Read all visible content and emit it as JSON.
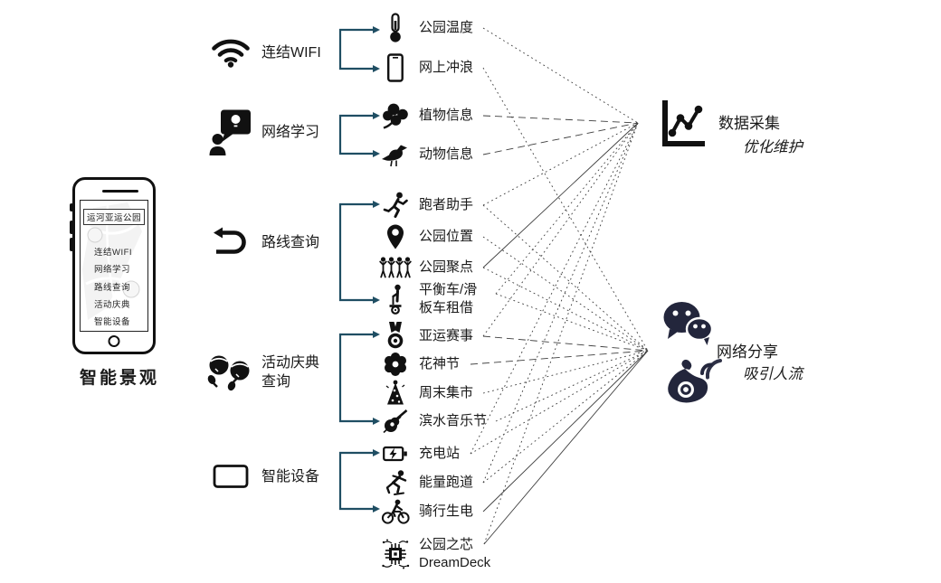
{
  "app": {
    "caption": "智能景观"
  },
  "phone": {
    "screen_title": "运河亚运公园",
    "menu": [
      "连结WIFI",
      "网络学习",
      "路线查询",
      "活动庆典",
      "智能设备"
    ]
  },
  "categories": [
    {
      "id": "wifi",
      "label": "连结WIFI",
      "icon": "wifi-icon"
    },
    {
      "id": "learn",
      "label": "网络学习",
      "icon": "e-learning-icon"
    },
    {
      "id": "route",
      "label": "路线查询",
      "icon": "u-turn-arrow-icon"
    },
    {
      "id": "event",
      "label": "活动庆典",
      "label2": "查询",
      "icon": "players-icon"
    },
    {
      "id": "device",
      "label": "智能设备",
      "icon": "tablet-icon"
    }
  ],
  "features": [
    {
      "id": "temp",
      "label": "公园温度",
      "icon": "thermometer-icon"
    },
    {
      "id": "surf",
      "label": "网上冲浪",
      "icon": "smartphone-icon"
    },
    {
      "id": "plant",
      "label": "植物信息",
      "icon": "clover-icon"
    },
    {
      "id": "animal",
      "label": "动物信息",
      "icon": "bird-icon"
    },
    {
      "id": "runner",
      "label": "跑者助手",
      "icon": "runner-icon"
    },
    {
      "id": "location",
      "label": "公园位置",
      "icon": "map-pin-icon"
    },
    {
      "id": "gather",
      "label": "公园聚点",
      "icon": "crowd-icon"
    },
    {
      "id": "segway",
      "label": "平衡车/滑",
      "label2": "板车租借",
      "icon": "segway-icon"
    },
    {
      "id": "medal",
      "label": "亚运赛事",
      "icon": "medal-icon"
    },
    {
      "id": "flower",
      "label": "花神节",
      "icon": "flower-icon"
    },
    {
      "id": "market",
      "label": "周末集市",
      "icon": "party-hat-icon"
    },
    {
      "id": "music",
      "label": "滨水音乐节",
      "icon": "guitar-icon"
    },
    {
      "id": "charge",
      "label": "充电站",
      "icon": "charging-station-icon"
    },
    {
      "id": "energy",
      "label": "能量跑道",
      "icon": "skater-icon"
    },
    {
      "id": "cycle",
      "label": "骑行生电",
      "icon": "cyclist-icon"
    },
    {
      "id": "chip",
      "label": "公园之芯",
      "label2": "DreamDeck",
      "icon": "chip-icon"
    }
  ],
  "outputs": [
    {
      "id": "data",
      "label": "数据采集",
      "sublabel": "优化维护",
      "icon": "line-chart-icon"
    },
    {
      "id": "share",
      "label": "网络分享",
      "sublabel": "吸引人流",
      "icons": [
        "wechat-icon",
        "weibo-icon"
      ]
    }
  ],
  "connections": [
    {
      "from": "temp",
      "to": "data",
      "style": "dotted"
    },
    {
      "from": "surf",
      "to": "share",
      "style": "dotted"
    },
    {
      "from": "plant",
      "to": "data",
      "style": "dashed"
    },
    {
      "from": "animal",
      "to": "data",
      "style": "dashed"
    },
    {
      "from": "runner",
      "to": "data",
      "style": "dotted"
    },
    {
      "from": "runner",
      "to": "share",
      "style": "dotted"
    },
    {
      "from": "location",
      "to": "share",
      "style": "dotted"
    },
    {
      "from": "gather",
      "to": "data",
      "style": "solid"
    },
    {
      "from": "gather",
      "to": "share",
      "style": "dotted"
    },
    {
      "from": "segway",
      "to": "data",
      "style": "dotted"
    },
    {
      "from": "segway",
      "to": "share",
      "style": "dotted"
    },
    {
      "from": "medal",
      "to": "data",
      "style": "dotted"
    },
    {
      "from": "medal",
      "to": "share",
      "style": "dashed"
    },
    {
      "from": "flower",
      "to": "share",
      "style": "dashed"
    },
    {
      "from": "market",
      "to": "share",
      "style": "dotted"
    },
    {
      "from": "music",
      "to": "share",
      "style": "dotted"
    },
    {
      "from": "charge",
      "to": "data",
      "style": "dotted"
    },
    {
      "from": "charge",
      "to": "share",
      "style": "dotted"
    },
    {
      "from": "energy",
      "to": "data",
      "style": "dotted"
    },
    {
      "from": "energy",
      "to": "share",
      "style": "dotted"
    },
    {
      "from": "cycle",
      "to": "share",
      "style": "solid"
    },
    {
      "from": "chip",
      "to": "data",
      "style": "dotted"
    },
    {
      "from": "chip",
      "to": "share",
      "style": "solid"
    }
  ],
  "colors": {
    "bracket_blue": "#1f4e63",
    "connector_line": "#3d3d3d",
    "icon_black": "#111111",
    "social_dark": "#23263c"
  }
}
